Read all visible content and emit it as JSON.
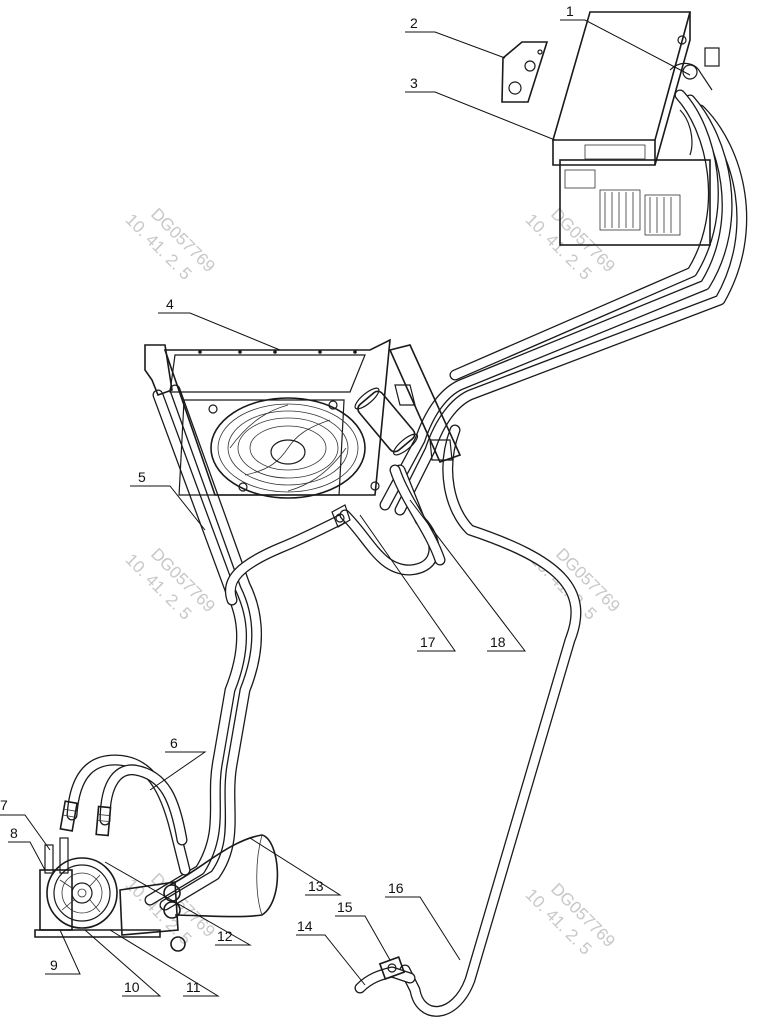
{
  "diagram": {
    "edge_text": "",
    "callouts": [
      {
        "id": "1",
        "text": "1"
      },
      {
        "id": "2",
        "text": "2"
      },
      {
        "id": "3",
        "text": "3"
      },
      {
        "id": "4",
        "text": "4"
      },
      {
        "id": "5",
        "text": "5"
      },
      {
        "id": "6",
        "text": "6"
      },
      {
        "id": "7",
        "text": "7"
      },
      {
        "id": "8",
        "text": "8"
      },
      {
        "id": "9",
        "text": "9"
      },
      {
        "id": "10",
        "text": "10"
      },
      {
        "id": "11",
        "text": "11"
      },
      {
        "id": "12",
        "text": "12"
      },
      {
        "id": "13",
        "text": "13"
      },
      {
        "id": "14",
        "text": "14"
      },
      {
        "id": "15",
        "text": "15"
      },
      {
        "id": "16",
        "text": "16"
      },
      {
        "id": "17",
        "text": "17"
      },
      {
        "id": "18",
        "text": "18"
      }
    ],
    "watermarks": [
      {
        "line1": "DG057769",
        "line2": "10. 41. 2. 5"
      },
      {
        "line1": "DG057769",
        "line2": "10. 41. 2. 5"
      },
      {
        "line1": "DG057769",
        "line2": "10. 41. 2. 5"
      },
      {
        "line1": "DG057769",
        "line2": "10. 41. 2. 5"
      },
      {
        "line1": "DG057769",
        "line2": "10. 41. 2. 5"
      },
      {
        "line1": "DG057769",
        "line2": "10. 41. 2. 5"
      }
    ]
  },
  "colors": {
    "ink": "#1a1a1a",
    "watermark": "#c8c8c8",
    "background": "#ffffff"
  }
}
